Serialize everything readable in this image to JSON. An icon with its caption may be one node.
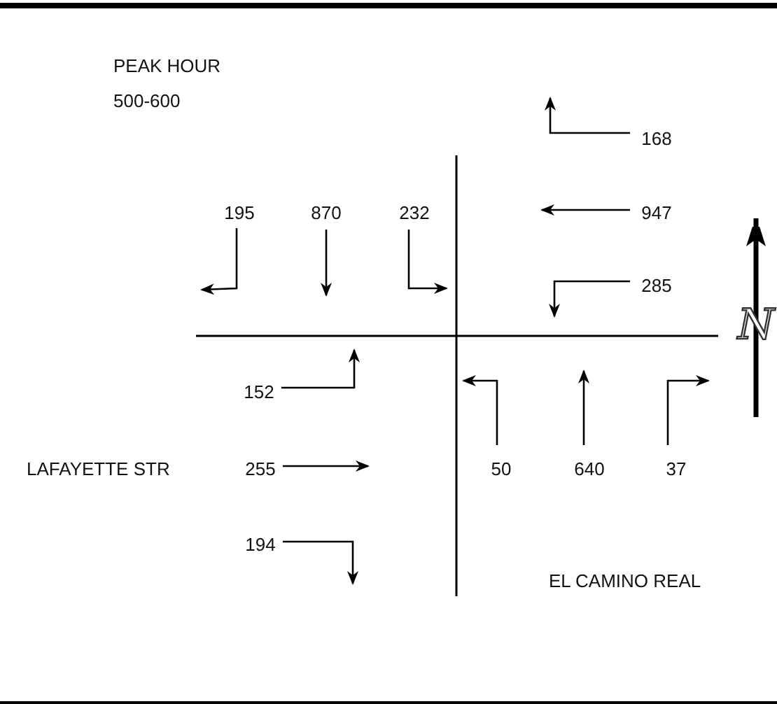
{
  "diagram": {
    "title": "PEAK HOUR",
    "labels": [
      "500-600",
      "168",
      "195",
      "870",
      "232",
      "947",
      "285",
      "N",
      "152",
      "LAFAYETTE STR",
      "255",
      "50",
      "640",
      "37",
      "194",
      "EL CAMINO REAL"
    ]
  }
}
